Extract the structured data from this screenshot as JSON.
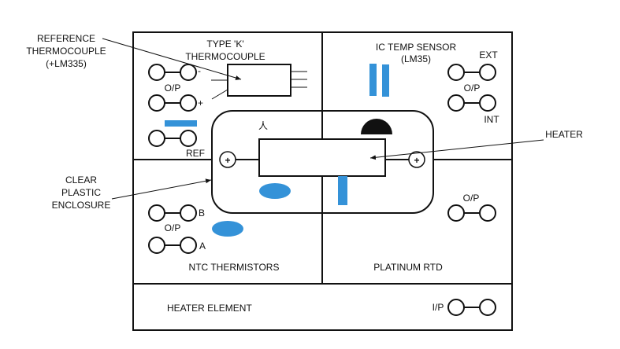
{
  "colors": {
    "line": "#111111",
    "sensor": "#3492d8",
    "background": "#ffffff"
  },
  "callouts": {
    "reference_thermocouple": [
      "REFERENCE",
      "THERMOCOUPLE",
      "(+LM335)"
    ],
    "clear_plastic_enclosure": [
      "CLEAR",
      "PLASTIC",
      "ENCLOSURE"
    ],
    "heater": "HEATER"
  },
  "panels": {
    "thermocouple": {
      "title": [
        "TYPE 'K'",
        "THERMOCOUPLE"
      ],
      "op_label": "O/P",
      "minus_label": "-",
      "plus_label": "+",
      "ref_label": "REF"
    },
    "ic_sensor": {
      "title": [
        "IC TEMP SENSOR",
        "(LM35)"
      ],
      "ext_label": "EXT",
      "op_label": "O/P",
      "int_label": "INT"
    },
    "ntc": {
      "title": "NTC THERMISTORS",
      "op_label": "O/P",
      "b_label": "B",
      "a_label": "A"
    },
    "rtd": {
      "title": "PLATINUM RTD",
      "op_label": "O/P"
    },
    "heater_element": {
      "title": "HEATER ELEMENT",
      "ip_label": "I/P"
    }
  },
  "symbols": {
    "lambda": "人",
    "plus": "+"
  }
}
